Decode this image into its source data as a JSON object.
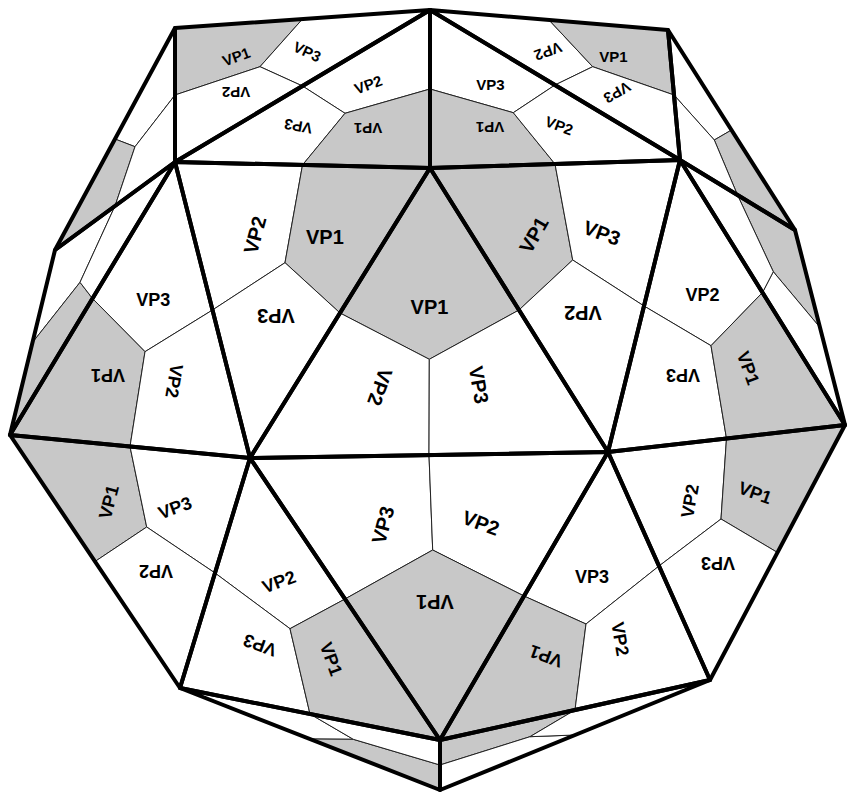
{
  "diagram": {
    "labels": [
      "VP1",
      "VP3",
      "VP2",
      "VP2",
      "VP3",
      "VP1",
      "VP3",
      "VP1",
      "VP2",
      "VP2",
      "VP1",
      "VP3",
      "VP2",
      "VP1",
      "VP3",
      "VP1",
      "VP2",
      "VP3",
      "VP1",
      "VP3",
      "VP2",
      "VP2",
      "VP3",
      "VP1",
      "VP3",
      "VP1",
      "VP2",
      "VP1",
      "VP3",
      "VP2",
      "VP2",
      "VP3",
      "VP1",
      "VP3",
      "VP2",
      "VP1",
      "VP3",
      "VP1",
      "VP2",
      "VP2",
      "VP1",
      "VP3"
    ]
  }
}
